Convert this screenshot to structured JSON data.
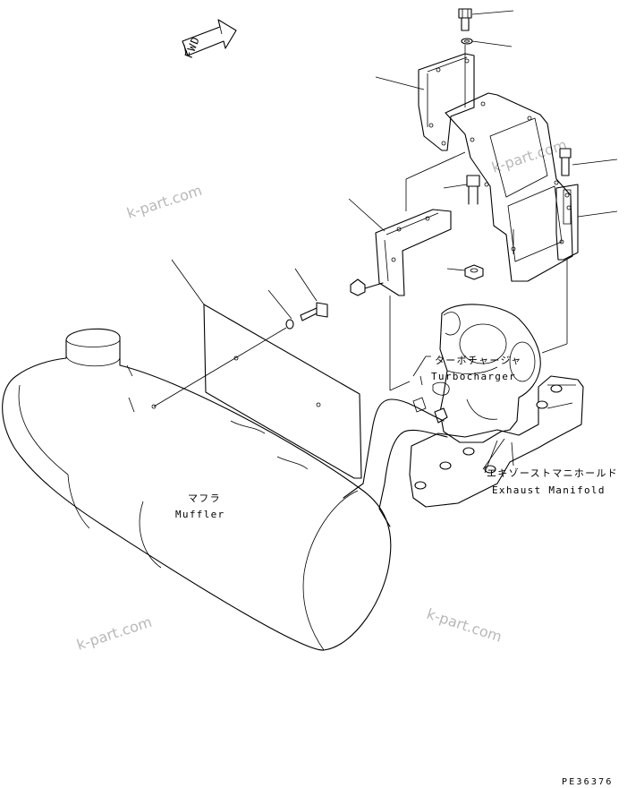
{
  "fwd_label": "FWD",
  "labels": {
    "turbocharger_jp": "ターボチャージャ",
    "turbocharger_en": "Turbocharger",
    "exhaust_manifold_jp": "エキゾーストマニホールド",
    "exhaust_manifold_en": "Exhaust Manifold",
    "muffler_jp": "マフラ",
    "muffler_en": "Muffler"
  },
  "drawing_number": "PE36376",
  "watermarks": [
    "k-part.com",
    "k-part.com",
    "k-part.com",
    "k-part.com"
  ],
  "icons": [
    "fwd-arrow-icon",
    "bolt-icon",
    "washer-icon",
    "nut-icon"
  ],
  "colors": {
    "line": "#000000",
    "watermark": "#b8b8b8",
    "background": "#ffffff"
  }
}
